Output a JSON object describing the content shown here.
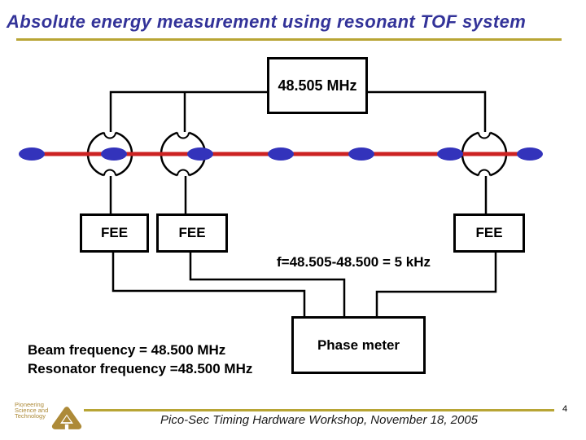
{
  "slide": {
    "title": "Absolute energy measurement using resonant TOF system",
    "page_number": "4"
  },
  "diagram": {
    "oscillator_label": "48.505 MHz",
    "fee_labels": [
      "FEE",
      "FEE",
      "FEE"
    ],
    "phase_meter_label": "Phase meter",
    "beat_formula": "f=48.505-48.500 = 5 kHz",
    "beam_frequency_line": "Beam frequency = 48.500 MHz",
    "resonator_frequency_line": "Resonator frequency =48.500 MHz",
    "bunch_count": 7,
    "pickup_count": 3
  },
  "footer": {
    "logo_lines": [
      "Pioneering",
      "Science and",
      "Technology"
    ],
    "caption": "Pico-Sec Timing Hardware Workshop, November 18, 2005"
  },
  "colors": {
    "title": "#333399",
    "beam_line": "#CC2222",
    "bunch": "#3333BB",
    "rule_gold": "#B8A535",
    "logo_gold": "#AD8A38",
    "wire": "#000000"
  }
}
